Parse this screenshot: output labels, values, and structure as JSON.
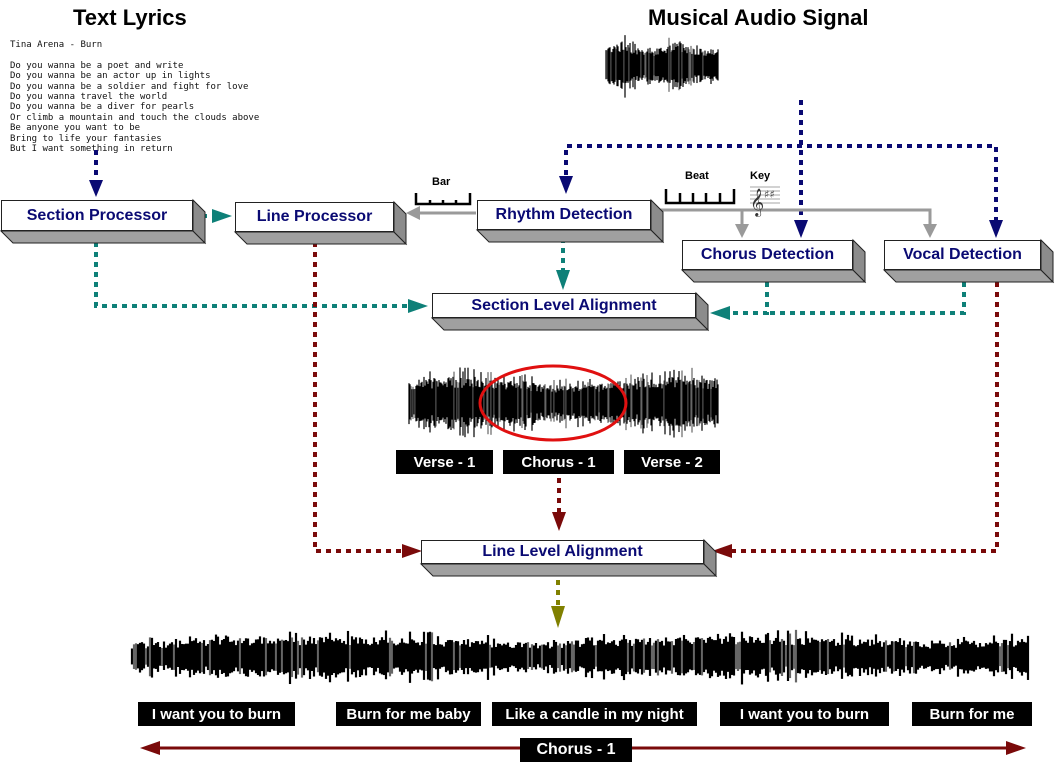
{
  "titles": {
    "text_lyrics": "Text Lyrics",
    "audio_signal": "Musical Audio Signal"
  },
  "lyrics": {
    "song": "Tina Arena - Burn",
    "lines": [
      "Do you wanna be a poet and write",
      "Do you wanna be an actor up in lights",
      "Do you wanna be a soldier and fight for love",
      "Do you wanna travel the world",
      "Do you wanna be a diver for pearls",
      "Or climb a mountain and touch the clouds above",
      "Be anyone you want to be",
      "Bring to life your fantasies",
      "But I want something in return"
    ]
  },
  "blocks": {
    "section_processor": "Section Processor",
    "line_processor": "Line Processor",
    "rhythm_detection": "Rhythm Detection",
    "chorus_detection": "Chorus Detection",
    "vocal_detection": "Vocal Detection",
    "section_alignment": "Section Level Alignment",
    "line_alignment": "Line Level Alignment"
  },
  "annotations": {
    "bar": "Bar",
    "beat": "Beat",
    "key": "Key"
  },
  "sections": [
    "Verse - 1",
    "Chorus - 1",
    "Verse - 2"
  ],
  "line_segments": [
    "I want you to burn",
    "Burn for me baby",
    "Like a candle in my night",
    "I want you to burn",
    "Burn for me"
  ],
  "span_label": "Chorus - 1",
  "colors": {
    "box_text": "#0a0a73",
    "navy_arrow": "#0a0a73",
    "teal_arrow": "#0e8078",
    "maroon_arrow": "#7a0a0a",
    "olive_arrow": "#808000",
    "gray_arrow": "#9a9a9a",
    "highlight_ellipse": "#e01010"
  }
}
